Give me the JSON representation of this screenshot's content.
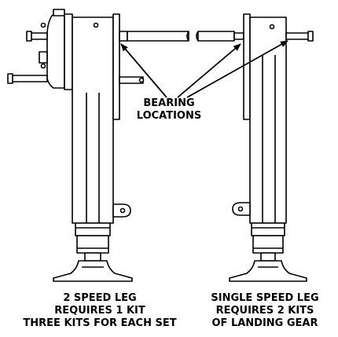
{
  "callout": {
    "line1": "BEARING",
    "line2": "LOCATIONS"
  },
  "left_leg": {
    "line1": "2 SPEED LEG",
    "line2": "REQUIRES 1 KIT",
    "line3": "THREE KITS FOR EACH SET"
  },
  "right_leg": {
    "line1": "SINGLE SPEED LEG",
    "line2": "REQUIRES 2 KITS",
    "line3": "OF LANDING GEAR"
  },
  "colors": {
    "stroke": "#000000",
    "fill": "#ffffff"
  }
}
